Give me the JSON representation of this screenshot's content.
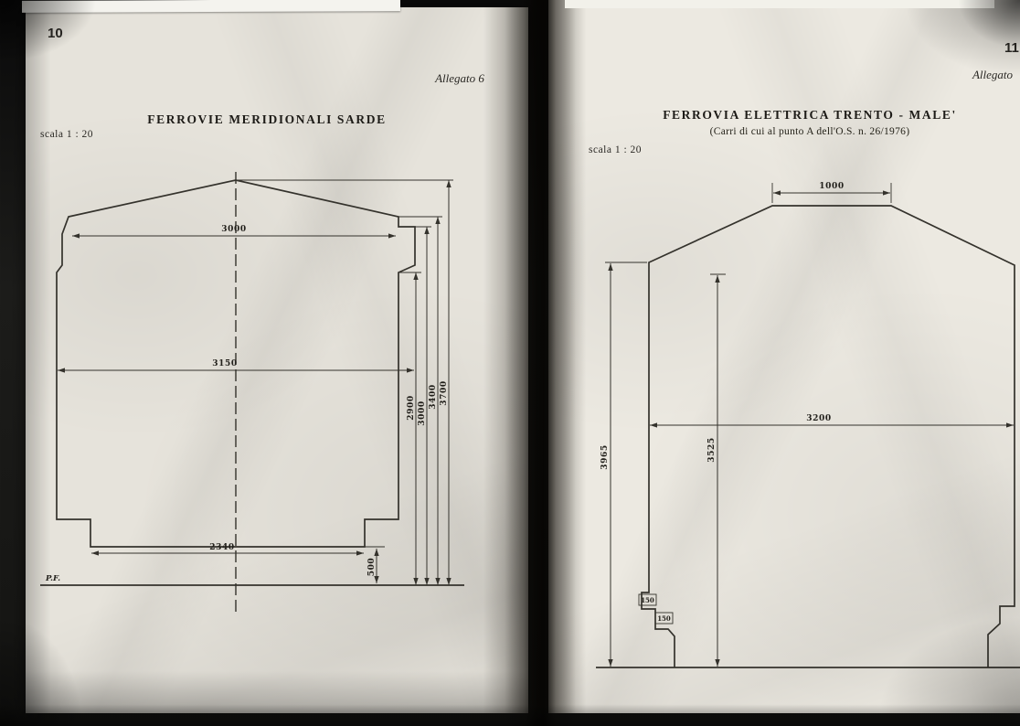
{
  "left_page": {
    "page_number": "10",
    "allegato": "Allegato 6",
    "title": "FERROVIE MERIDIONALI SARDE",
    "scale": "scala 1 : 20",
    "pf_label": "P.F.",
    "dims": {
      "width_top": "3000",
      "width_mid": "3150",
      "width_bottom": "2340",
      "height_1": "2900",
      "height_2": "3000",
      "height_3": "3400",
      "height_4": "3700",
      "step_height": "500"
    }
  },
  "right_page": {
    "page_number": "11",
    "allegato": "Allegato",
    "title": "FERROVIA ELETTRICA TRENTO - MALE'",
    "subtitle": "(Carri di cui al punto A dell'O.S. n. 26/1976)",
    "scale": "scala 1 : 20",
    "dims": {
      "width_top": "1000",
      "width_mid": "3200",
      "height_outer": "3965",
      "height_inner": "3525",
      "step_a": "150",
      "step_b": "150"
    }
  }
}
